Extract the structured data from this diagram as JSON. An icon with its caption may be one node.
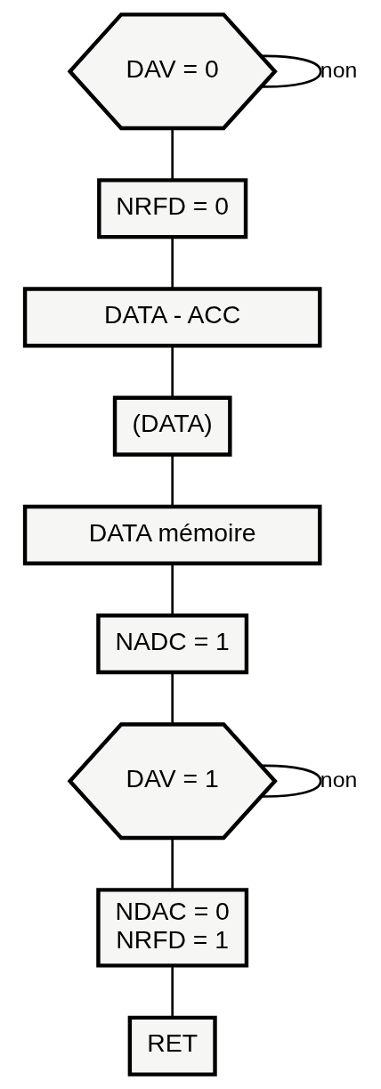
{
  "diagram": {
    "nodes": [
      {
        "text": [
          "DAV = 0"
        ]
      },
      {
        "text": [
          "NRFD = 0"
        ]
      },
      {
        "text": [
          "DATA - ACC"
        ]
      },
      {
        "text": [
          "(DATA)"
        ]
      },
      {
        "text": [
          "DATA mémoire"
        ]
      },
      {
        "text": [
          "NADC = 1"
        ]
      },
      {
        "text": [
          "DAV = 1"
        ]
      },
      {
        "text": [
          "NDAC = 0",
          "NRFD = 1"
        ]
      },
      {
        "text": [
          "RET"
        ]
      }
    ],
    "edges": [
      {
        "from": 0,
        "to": 0,
        "arrow": "none",
        "label": "non"
      },
      {
        "from": 0,
        "to": 1,
        "arrow": "none"
      },
      {
        "from": 1,
        "to": 2,
        "arrow": "none"
      },
      {
        "from": 2,
        "to": 3,
        "arrow": "none"
      },
      {
        "from": 3,
        "to": 4,
        "arrow": "none"
      },
      {
        "from": 4,
        "to": 5,
        "arrow": "none"
      },
      {
        "from": 5,
        "to": 6,
        "arrow": "none"
      },
      {
        "from": 6,
        "to": 6,
        "arrow": "none",
        "label": "non"
      },
      {
        "from": 6,
        "to": 7,
        "arrow": "none"
      },
      {
        "from": 7,
        "to": 8,
        "arrow": "none"
      }
    ]
  }
}
